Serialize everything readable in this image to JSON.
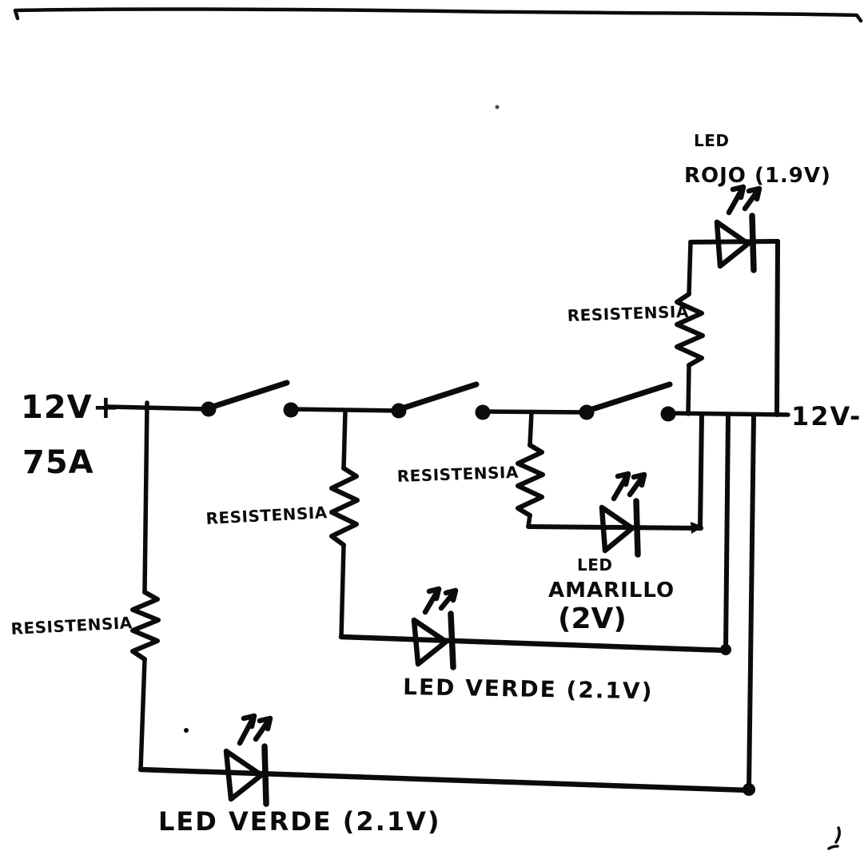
{
  "schematic": {
    "description": "Hand-drawn LED circuit schematic, black ink on white paper",
    "ink_color": "#0b0b0b",
    "paper_color": "#ffffff",
    "power": {
      "positive": "12V+",
      "current": "75A",
      "negative": "12V-"
    },
    "switch_count": 3,
    "resistors": {
      "red_branch": "RESISTENSIA",
      "yellow_branch": "RESISTENSIA",
      "green_middle_branch": "RESISTENSIA",
      "green_bottom_branch": "RESISTENSIA"
    },
    "leds": {
      "red": {
        "name": "LED",
        "detail": "ROJO (1.9V)"
      },
      "yellow": {
        "name": "LED",
        "detail": "AMARILLO",
        "voltage": "(2V)"
      },
      "green_middle": {
        "label": "LED VERDE (2.1V)"
      },
      "green_bottom": {
        "label": "LED VERDE (2.1V)"
      }
    }
  }
}
